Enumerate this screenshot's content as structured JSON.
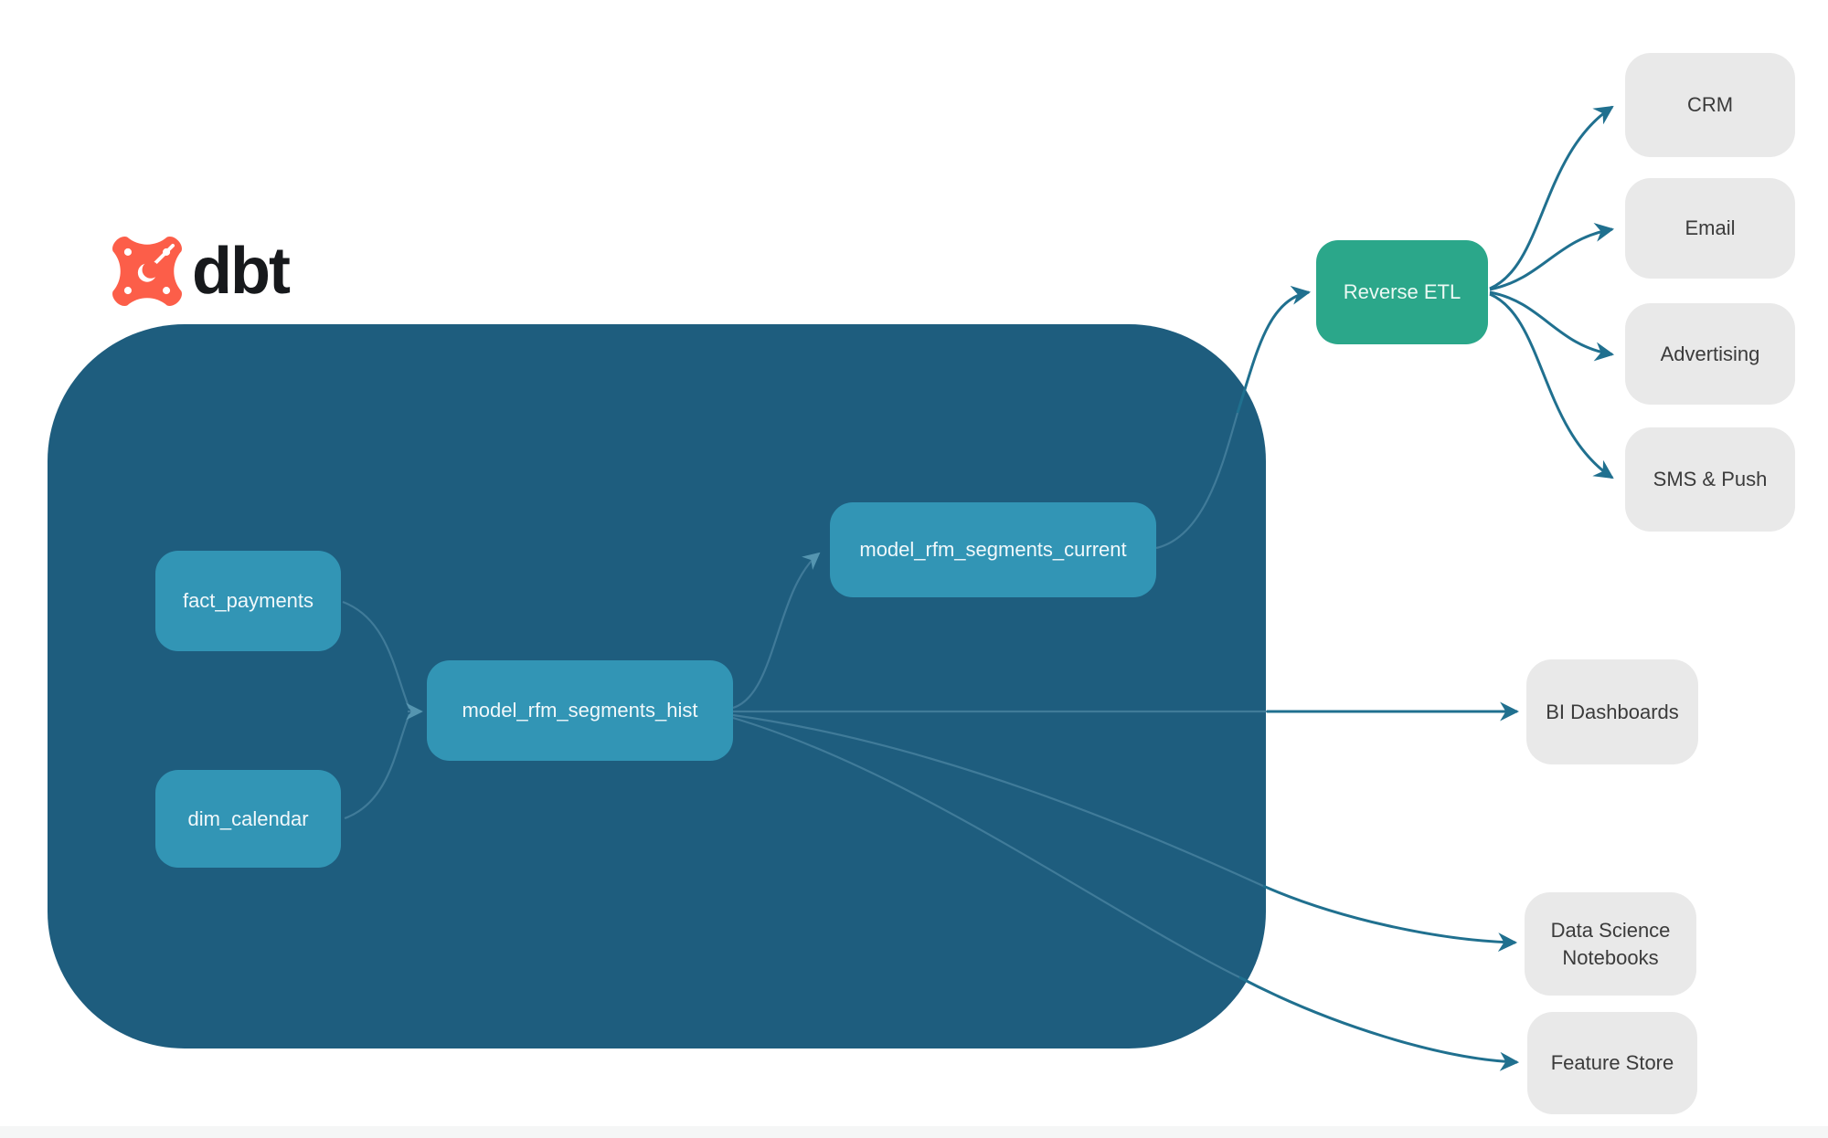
{
  "brand": {
    "name": "dbt"
  },
  "colors": {
    "container": "#1E5D7E",
    "node": "#3295B5",
    "etl": "#2BA78A",
    "destination": "#E9E9E9",
    "edge_outside": "#20708F",
    "edge_inside": "#447E9C",
    "logo_orange": "#FC5E49"
  },
  "warehouse": {
    "nodes": [
      {
        "id": "fact_payments",
        "label": "fact_payments"
      },
      {
        "id": "dim_calendar",
        "label": "dim_calendar"
      },
      {
        "id": "model_rfm_segments_hist",
        "label": "model_rfm_segments_hist"
      },
      {
        "id": "model_rfm_segments_current",
        "label": "model_rfm_segments_current"
      }
    ]
  },
  "etl": {
    "label": "Reverse ETL"
  },
  "destinations": [
    {
      "id": "crm",
      "label": "CRM"
    },
    {
      "id": "email",
      "label": "Email"
    },
    {
      "id": "advertising",
      "label": "Advertising"
    },
    {
      "id": "sms_push",
      "label": "SMS & Push"
    },
    {
      "id": "bi_dashboards",
      "label": "BI Dashboards"
    },
    {
      "id": "ds_notebooks",
      "label": "Data Science Notebooks"
    },
    {
      "id": "feature_store",
      "label": "Feature Store"
    }
  ],
  "edges": [
    {
      "from": "fact_payments",
      "to": "model_rfm_segments_hist"
    },
    {
      "from": "dim_calendar",
      "to": "model_rfm_segments_hist"
    },
    {
      "from": "model_rfm_segments_hist",
      "to": "model_rfm_segments_current"
    },
    {
      "from": "model_rfm_segments_hist",
      "to": "bi_dashboards"
    },
    {
      "from": "model_rfm_segments_hist",
      "to": "ds_notebooks"
    },
    {
      "from": "model_rfm_segments_hist",
      "to": "feature_store"
    },
    {
      "from": "model_rfm_segments_current",
      "to": "reverse_etl"
    },
    {
      "from": "reverse_etl",
      "to": "crm"
    },
    {
      "from": "reverse_etl",
      "to": "email"
    },
    {
      "from": "reverse_etl",
      "to": "advertising"
    },
    {
      "from": "reverse_etl",
      "to": "sms_push"
    }
  ]
}
